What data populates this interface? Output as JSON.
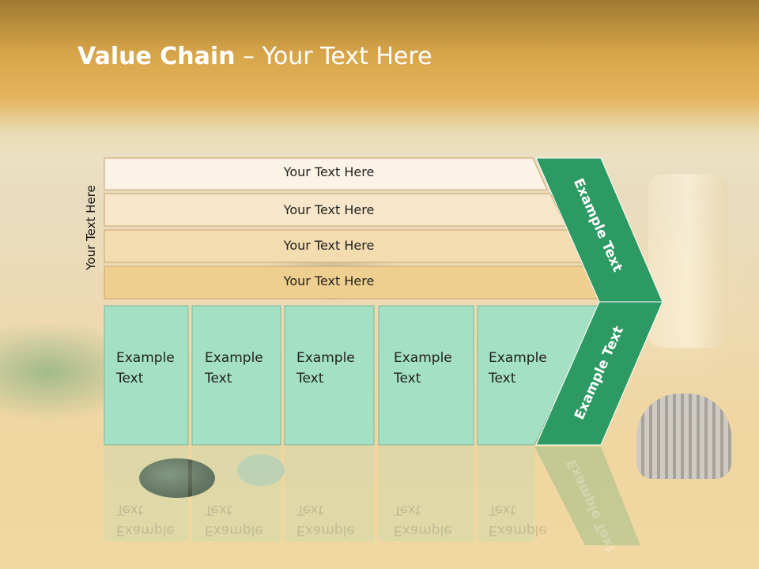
{
  "slide": {
    "title_bold": "Value Chain",
    "title_rest": " – Your Text Here",
    "side_label": "Your Text Here",
    "rows": [
      {
        "label": "Your Text Here"
      },
      {
        "label": "Your Text Here"
      },
      {
        "label": "Your Text Here"
      },
      {
        "label": "Your Text Here"
      }
    ],
    "columns": [
      {
        "line1": "Example",
        "line2": "Text"
      },
      {
        "line1": "Example",
        "line2": "Text"
      },
      {
        "line1": "Example",
        "line2": "Text"
      },
      {
        "line1": "Example",
        "line2": "Text"
      },
      {
        "line1": "Example",
        "line2": "Text"
      }
    ],
    "chevron_top_label": "Example Text",
    "chevron_bottom_label": "Example Text"
  },
  "colors": {
    "row_fills": [
      "#fbf3e6",
      "#f7e6c9",
      "#f3dcb0",
      "#efcf8f"
    ],
    "column_fill": "#a4e0c4",
    "chevron_fill": "#2e9a63"
  }
}
